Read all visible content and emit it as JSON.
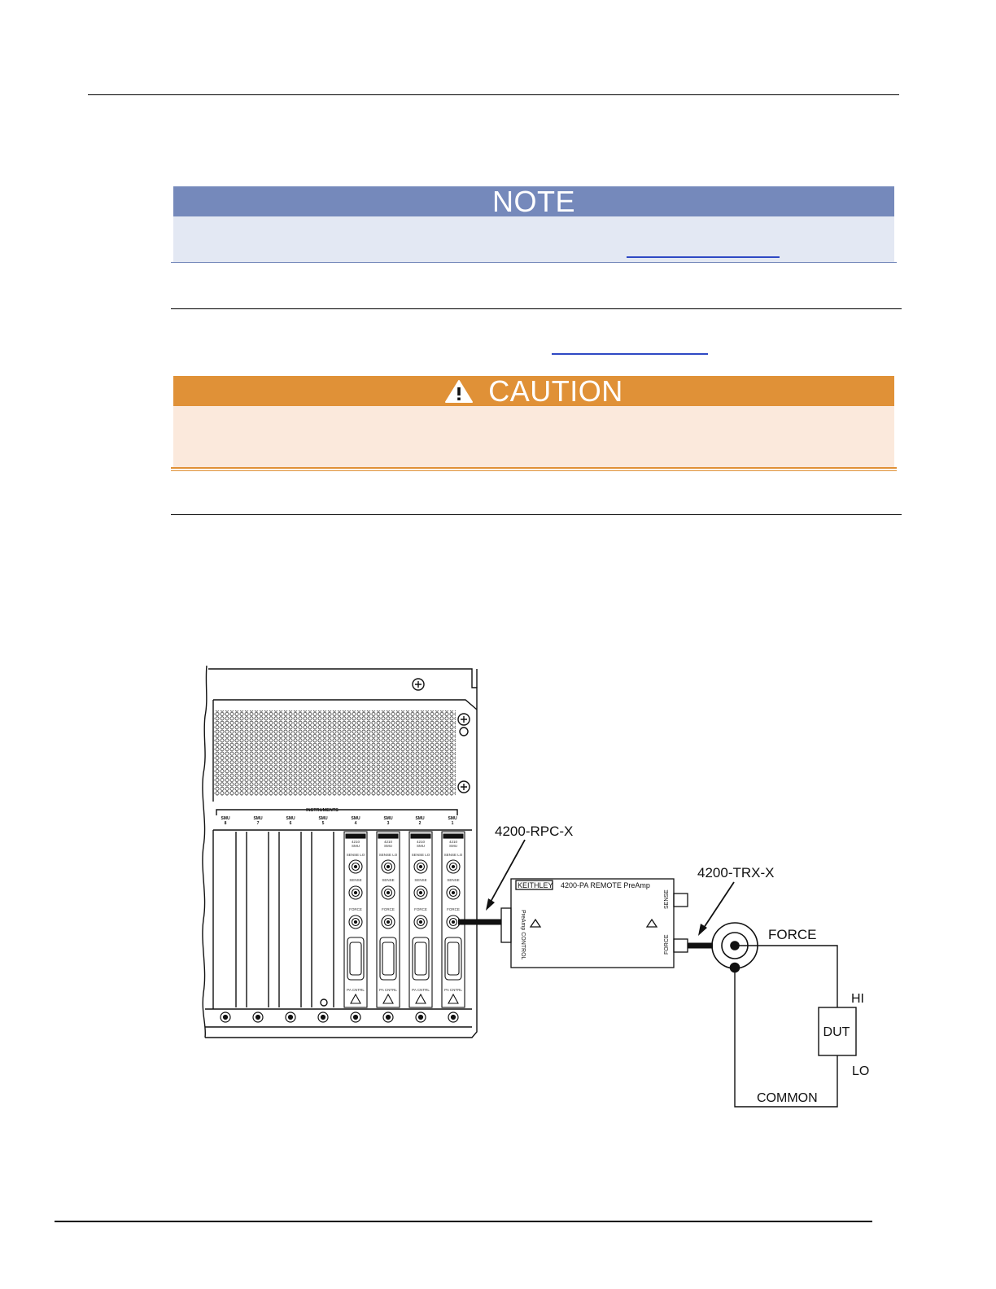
{
  "note": {
    "title": "NOTE"
  },
  "caution": {
    "title": "CAUTION",
    "icon": "warning-triangle-icon"
  },
  "colors": {
    "note_header": "#7589bb",
    "note_body": "#e3e8f3",
    "caution_header": "#e09137",
    "caution_body": "#fbe9dc"
  },
  "figure": {
    "labels": {
      "rpc": "4200-RPC-X",
      "trx": "4200-TRX-X",
      "force": "FORCE",
      "hi": "HI",
      "lo": "LO",
      "common": "COMMON",
      "dut": "DUT"
    },
    "chassis": {
      "instruments": "INSTRUMENTS",
      "slots": [
        {
          "name": "SMU",
          "num": "8"
        },
        {
          "name": "SMU",
          "num": "7"
        },
        {
          "name": "SMU",
          "num": "6"
        },
        {
          "name": "SMU",
          "num": "5"
        },
        {
          "name": "SMU",
          "num": "4"
        },
        {
          "name": "SMU",
          "num": "3"
        },
        {
          "name": "SMU",
          "num": "2"
        },
        {
          "name": "SMU",
          "num": "1"
        }
      ],
      "card_model": "4210",
      "card_type": "SMU",
      "sense_lo": "SENSE LO",
      "sense": "SENSE",
      "force": "FORCE",
      "pa_cntrl": "PA CNTRL"
    },
    "preamp": {
      "brand": "KEITHLEY",
      "title": "4200-PA  REMOTE  PreAmp",
      "control": "PreAmp CONTROL",
      "sense": "SENSE",
      "force": "FORCE"
    }
  }
}
